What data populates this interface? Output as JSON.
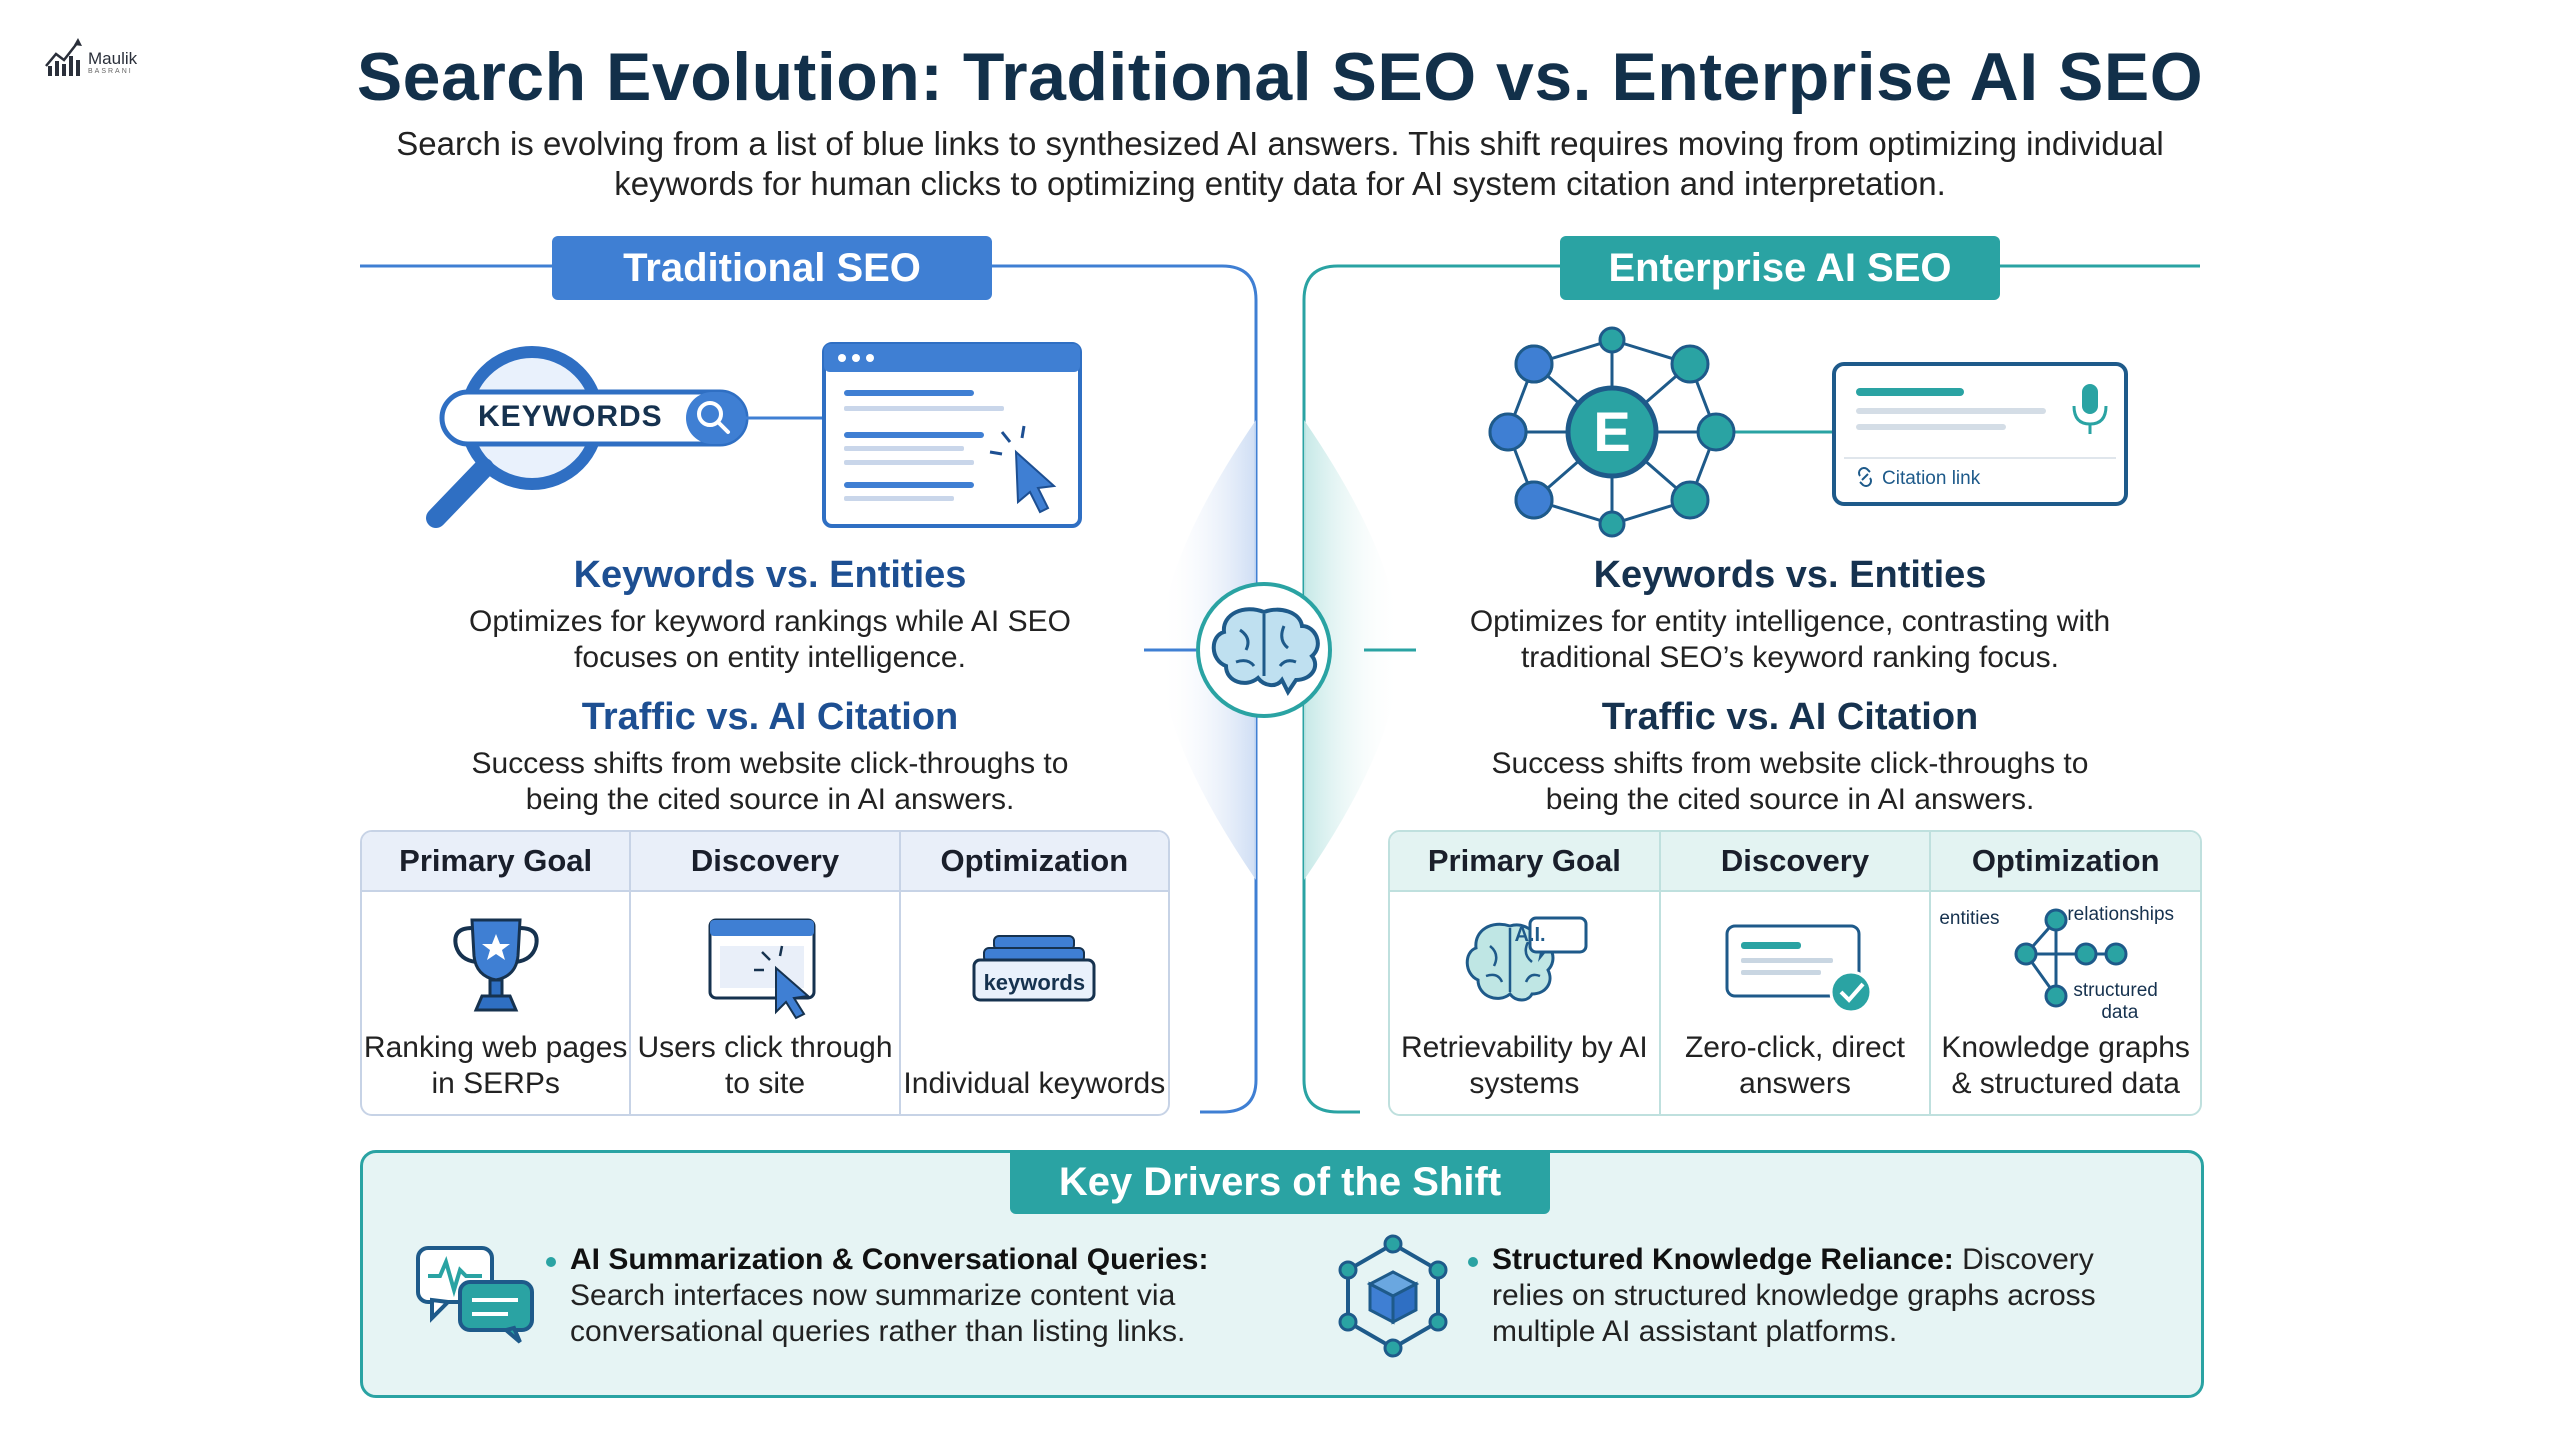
{
  "logo": {
    "name": "Maulik",
    "sub": "BASRANI"
  },
  "title": "Search Evolution: Traditional SEO vs. Enterprise AI SEO",
  "subtitle": "Search is evolving from a list of blue links to synthesized AI answers. This shift requires moving from optimizing individual keywords for human clicks to optimizing entity data for AI system citation and interpretation.",
  "traditional": {
    "header": "Traditional SEO",
    "search_label": "KEYWORDS",
    "h1": "Keywords vs. Entities",
    "p1": "Optimizes for keyword rankings while AI SEO focuses on entity intelligence.",
    "h2": "Traffic vs. AI Citation",
    "p2": "Success shifts from website click-throughs to being the cited source in AI answers.",
    "table": {
      "headers": [
        "Primary Goal",
        "Discovery",
        "Optimization"
      ],
      "cells": [
        "Ranking web pages in SERPs",
        "Users click through to site",
        "Individual keywords"
      ],
      "stack_label": "keywords"
    }
  },
  "enterprise": {
    "header": "Enterprise AI SEO",
    "hub_letter": "E",
    "citation_label": "Citation link",
    "h1": "Keywords vs. Entities",
    "p1": "Optimizes for entity intelligence, contrasting with traditional SEO’s keyword ranking focus.",
    "h2": "Traffic vs. AI Citation",
    "p2": "Success shifts from website click-throughs to being the cited source in AI answers.",
    "table": {
      "headers": [
        "Primary Goal",
        "Discovery",
        "Optimization"
      ],
      "cells": [
        "Retrievability by AI systems",
        "Zero-click, direct answers",
        "Knowledge graphs & structured data"
      ],
      "ai_label": "A.I.",
      "graph_labels": {
        "entities": "entities",
        "relationships": "relationships",
        "structured": "structured",
        "data": "data"
      }
    }
  },
  "drivers": {
    "header": "Key Drivers of the Shift",
    "items": [
      {
        "title": "AI Summarization & Conversational Queries:",
        "text": " Search interfaces now summarize content via conversational queries rather than listing links."
      },
      {
        "title": "Structured Knowledge Reliance:",
        "text": " Discovery relies on structured knowledge graphs across multiple AI assistant platforms."
      }
    ]
  },
  "colors": {
    "trad_blue": "#3f7fd3",
    "ent_teal": "#2aa3a3",
    "title_navy": "#12304a"
  }
}
